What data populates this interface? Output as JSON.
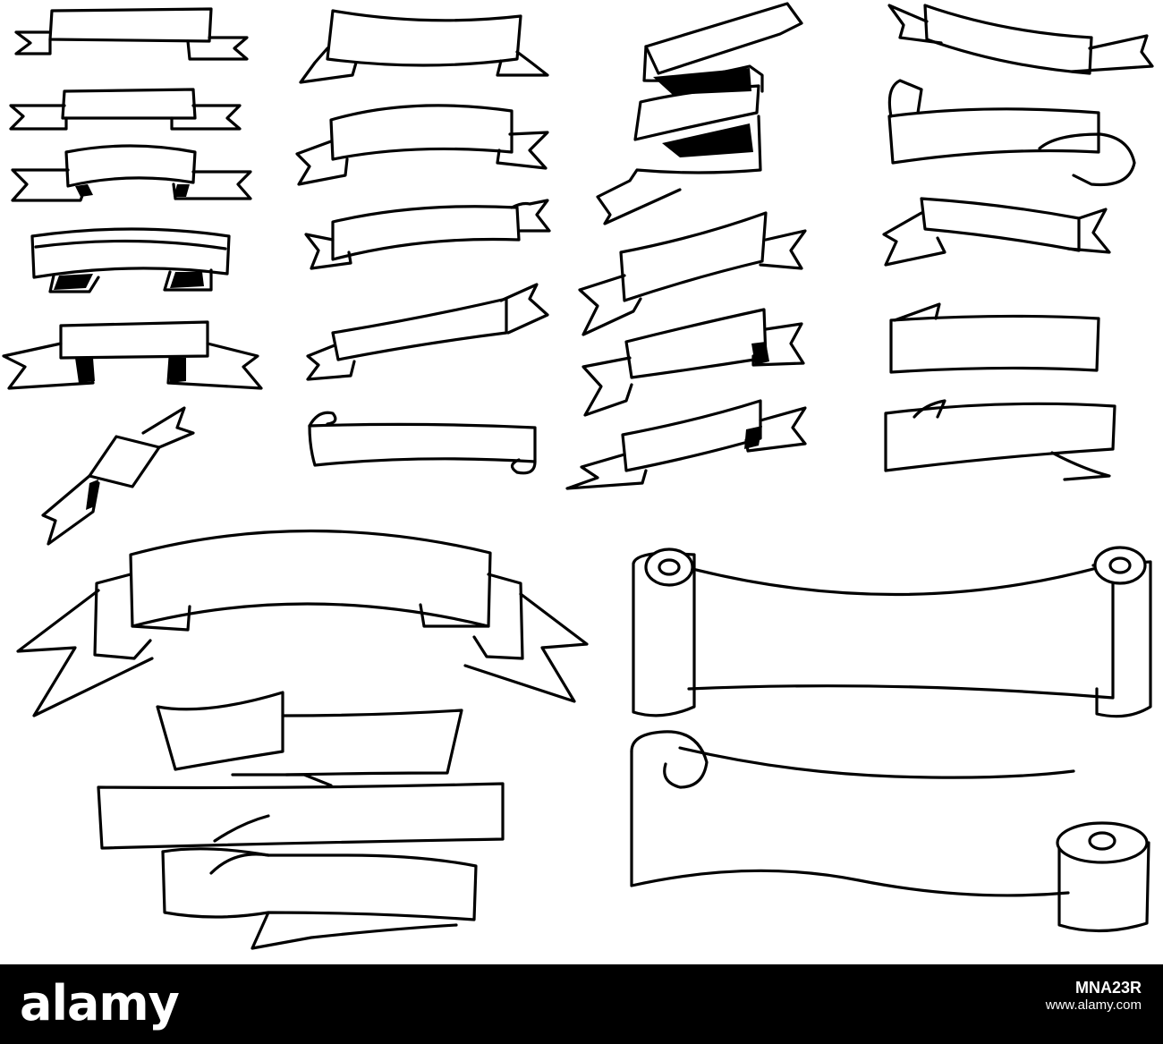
{
  "footer": {
    "brand": "alamy",
    "image_id": "MNA23R",
    "site": "www.alamy.com",
    "background": "#000000",
    "text_color": "#ffffff"
  },
  "artwork": {
    "stroke_color": "#000000",
    "background": "#ffffff"
  }
}
